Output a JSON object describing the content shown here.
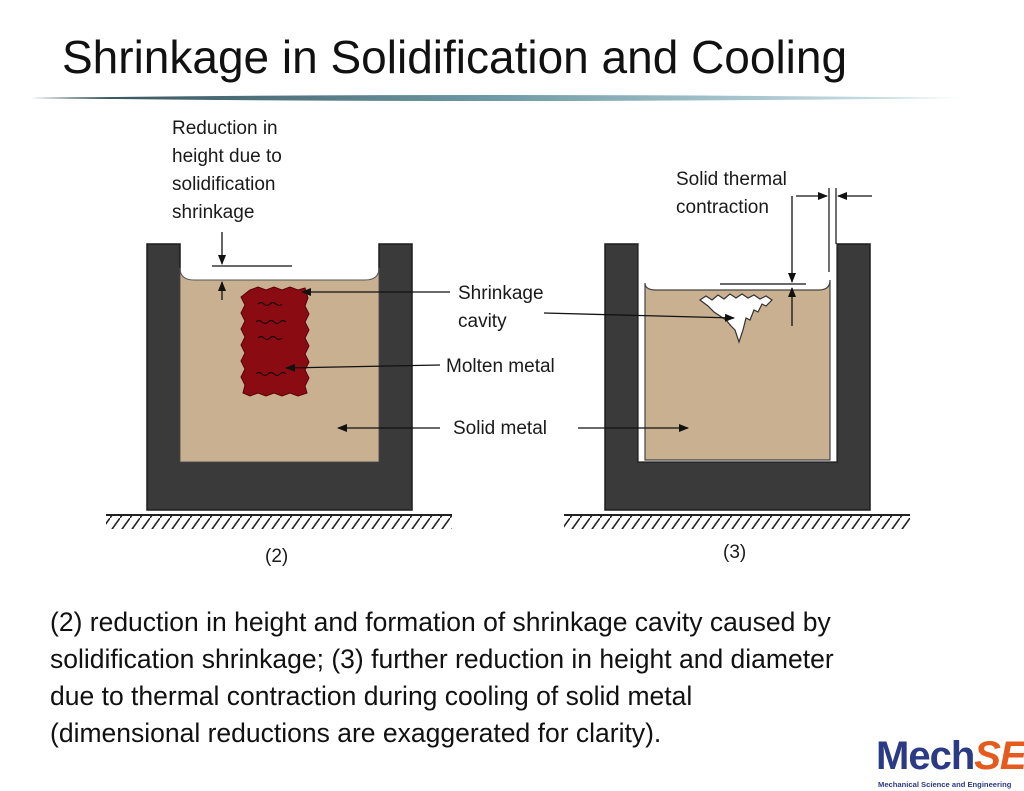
{
  "slide": {
    "title": "Shrinkage in Solidification and Cooling"
  },
  "diagram": {
    "left_panel": {
      "annotation_height": [
        "Reduction in",
        "height due to",
        "solidification",
        "shrinkage"
      ],
      "figure_label": "(2)"
    },
    "right_panel": {
      "annotation_thermal": [
        "Solid thermal",
        "contraction"
      ],
      "figure_label": "(3)"
    },
    "labels": {
      "shrinkage_cavity": [
        "Shrinkage",
        "cavity"
      ],
      "molten_metal": "Molten metal",
      "solid_metal": "Solid metal"
    },
    "colors": {
      "mold": "#3a3a3a",
      "solid_metal": "#c8b090",
      "molten_metal": "#8a0b12",
      "cavity": "#ffffff"
    }
  },
  "caption": {
    "lines": [
      "(2) reduction in height and formation of shrinkage cavity caused by",
      "solidification shrinkage; (3) further reduction in height and diameter",
      "due to thermal contraction during cooling of solid metal",
      "(dimensional reductions are exaggerated for clarity)."
    ]
  },
  "logo": {
    "main_left": "Mech",
    "main_right": "SE",
    "subtitle": "Mechanical Science and Engineering",
    "colors": {
      "mech": "#2b3a84",
      "se": "#e55b1d"
    }
  }
}
